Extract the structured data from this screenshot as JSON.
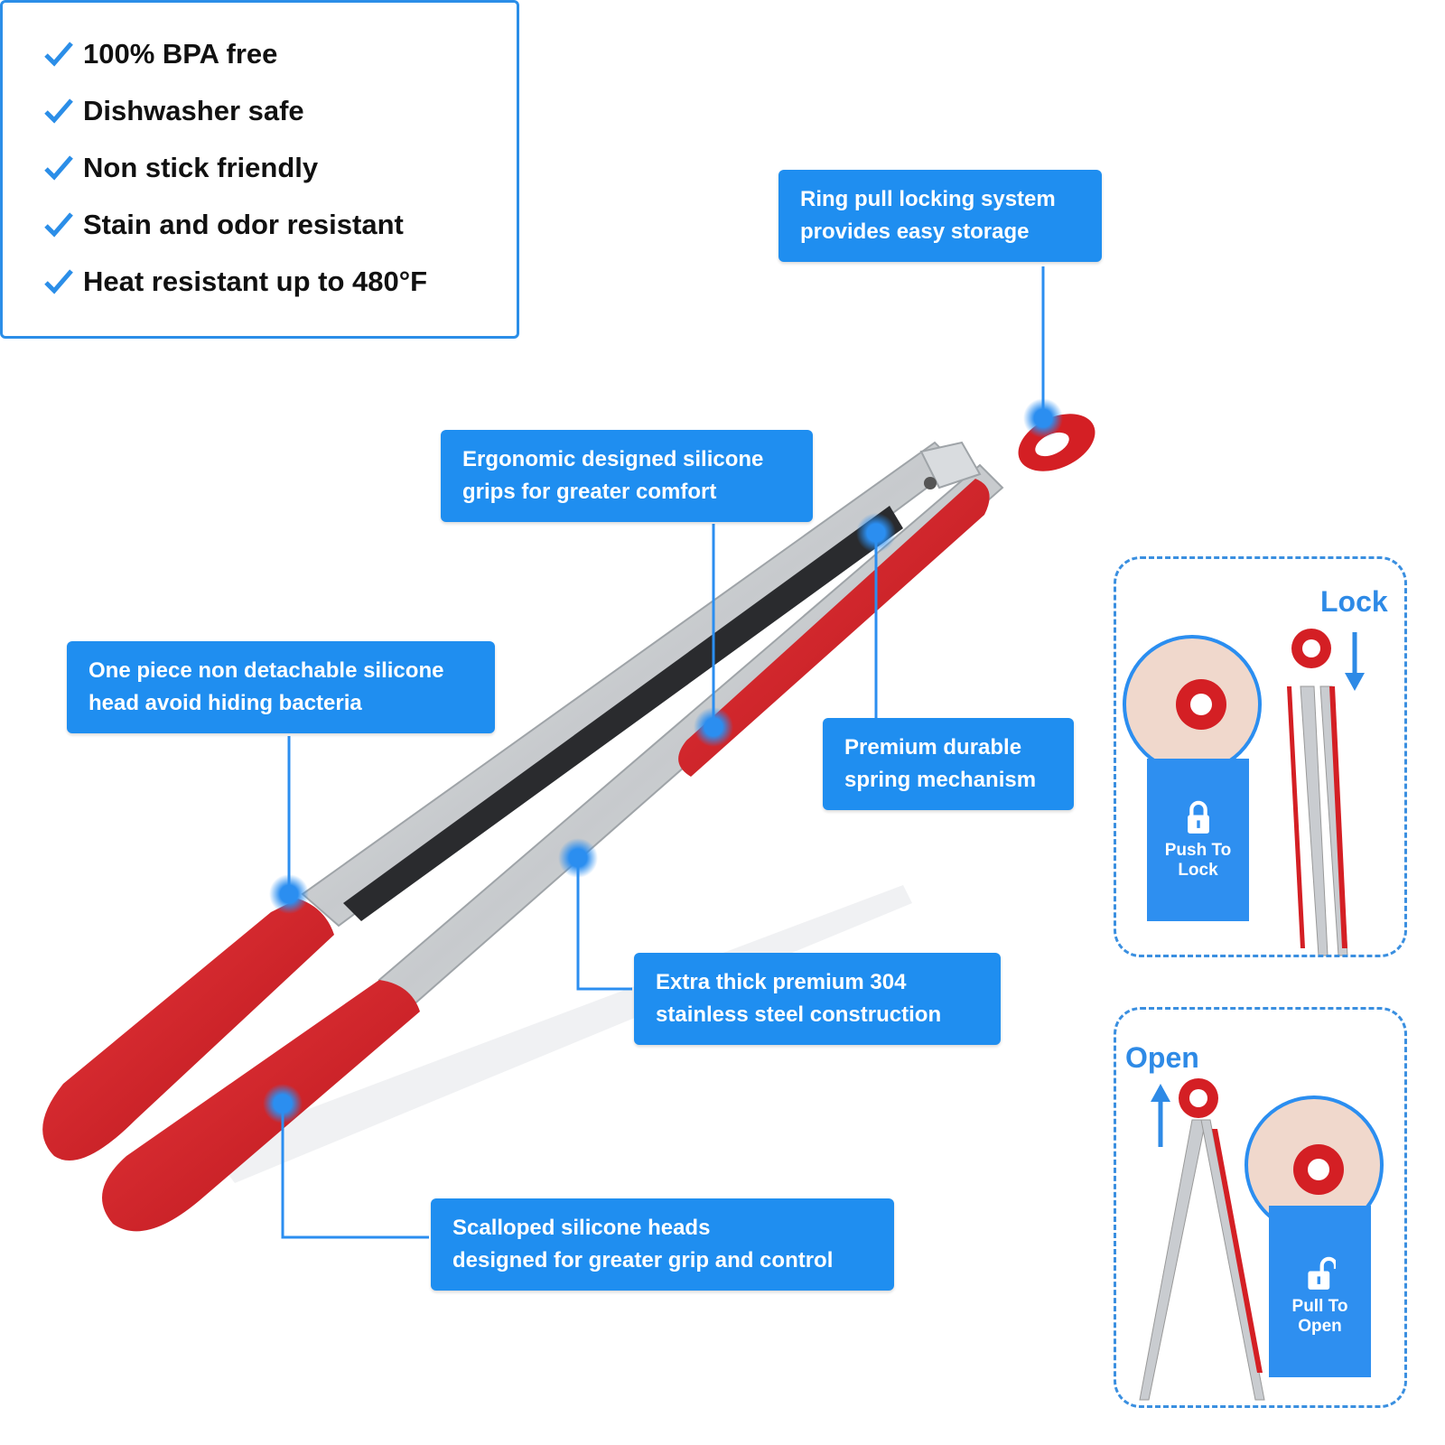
{
  "features": [
    "100% BPA free",
    "Dishwasher safe",
    "Non stick friendly",
    "Stain and odor resistant",
    "Heat resistant up to 480°F"
  ],
  "callouts": {
    "ring_pull": [
      "Ring pull locking system",
      "provides easy storage"
    ],
    "grips": [
      "Ergonomic designed silicone",
      "grips for greater comfort"
    ],
    "head": [
      "One piece non detachable silicone",
      "head avoid hiding bacteria"
    ],
    "spring": [
      "Premium durable",
      "spring mechanism"
    ],
    "steel": [
      "Extra thick premium 304",
      "stainless steel construction"
    ],
    "scalloped": [
      "Scalloped silicone heads",
      "designed  for greater grip and control"
    ]
  },
  "lock_panel": {
    "title": "Lock",
    "action": [
      "Push To",
      "Lock"
    ]
  },
  "open_panel": {
    "title": "Open",
    "action": [
      "Pull To",
      "Open"
    ]
  },
  "colors": {
    "accent": "#1f8ef0",
    "silicone": "#d41f24",
    "steel": "#c9ccd0"
  }
}
